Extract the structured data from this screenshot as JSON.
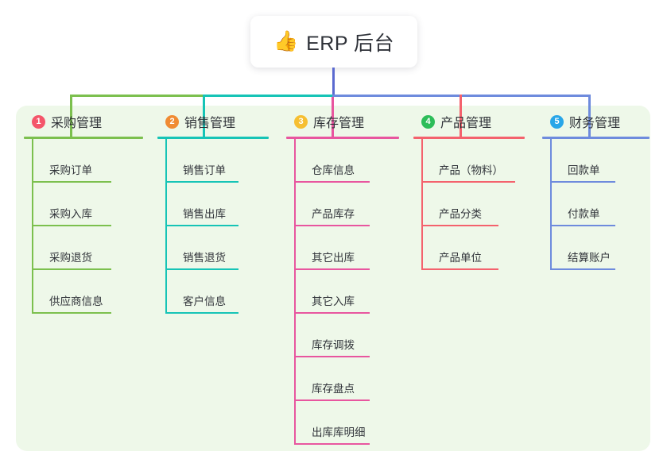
{
  "root": {
    "icon": "thumbs-up-icon",
    "emoji": "👍",
    "label": "ERP 后台"
  },
  "palette": {
    "panel_bg": "#eef8e9",
    "page_bg": "#ffffff",
    "trunk": "#5b6ad0",
    "green": "#7cc04e",
    "teal": "#16c4b6",
    "pink": "#e8569f",
    "red": "#f4626d",
    "blue": "#6e8bdd",
    "badge1": "#f4566a",
    "badge2": "#f08b33",
    "badge3": "#f6bf31",
    "badge4": "#2dbd59",
    "badge5": "#29a6e8"
  },
  "columns": [
    {
      "index": "1",
      "title": "采购管理",
      "color": "#7cc04e",
      "badge_color": "#f4566a",
      "items": [
        "采购订单",
        "采购入库",
        "采购退货",
        "供应商信息"
      ]
    },
    {
      "index": "2",
      "title": "销售管理",
      "color": "#16c4b6",
      "badge_color": "#f08b33",
      "items": [
        "销售订单",
        "销售出库",
        "销售退货",
        "客户信息"
      ]
    },
    {
      "index": "3",
      "title": "库存管理",
      "color": "#e8569f",
      "badge_color": "#f6bf31",
      "items": [
        "仓库信息",
        "产品库存",
        "其它出库",
        "其它入库",
        "库存调拨",
        "库存盘点",
        "出库库明细"
      ]
    },
    {
      "index": "4",
      "title": "产品管理",
      "color": "#f4626d",
      "badge_color": "#2dbd59",
      "items": [
        "产品（物料）",
        "产品分类",
        "产品单位"
      ]
    },
    {
      "index": "5",
      "title": "财务管理",
      "color": "#6e8bdd",
      "badge_color": "#29a6e8",
      "items": [
        "回款单",
        "付款单",
        "结算账户"
      ]
    }
  ]
}
